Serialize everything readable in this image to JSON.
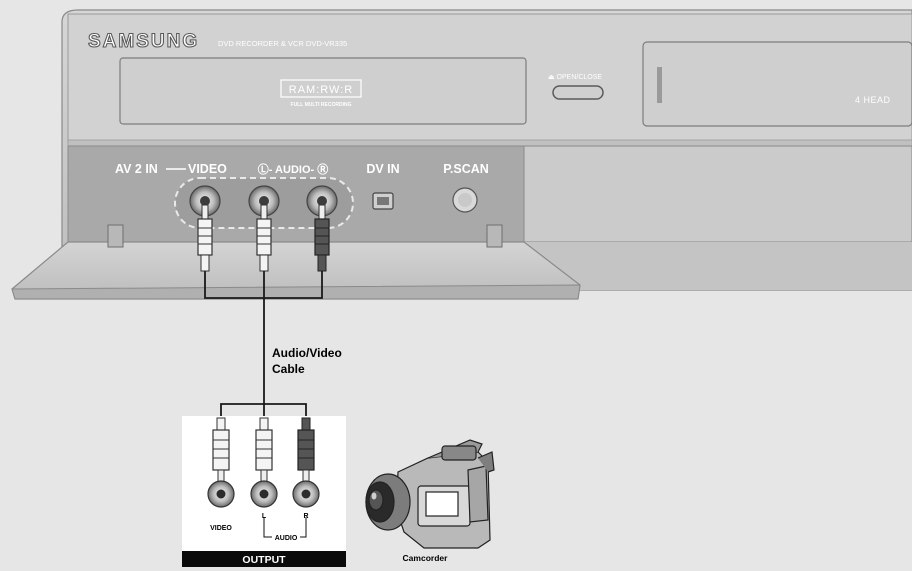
{
  "device": {
    "brand": "SAMSUNG",
    "model": "DVD RECORDER & VCR  DVD-VR335",
    "ram_logo": "RAM:RW:R",
    "multi_label": "FULL MULTI RECORDING",
    "open_close": "⏏ OPEN/CLOSE",
    "four_head": "4 HEAD"
  },
  "panel": {
    "av2_in": "AV 2 IN",
    "video": "VIDEO",
    "audio": "Ⓛ- AUDIO- Ⓡ",
    "dv_in": "DV IN",
    "pscan": "P.SCAN"
  },
  "cable_label": [
    "Audio/Video",
    "Cable"
  ],
  "camcorder": {
    "video": "VIDEO",
    "l": "L",
    "r": "R",
    "audio": "AUDIO",
    "output": "OUTPUT",
    "name": "Camcorder"
  },
  "colors": {
    "background": "#e6e6e6",
    "device_body": "#c8c8c8",
    "plug_dark": "#555555"
  }
}
